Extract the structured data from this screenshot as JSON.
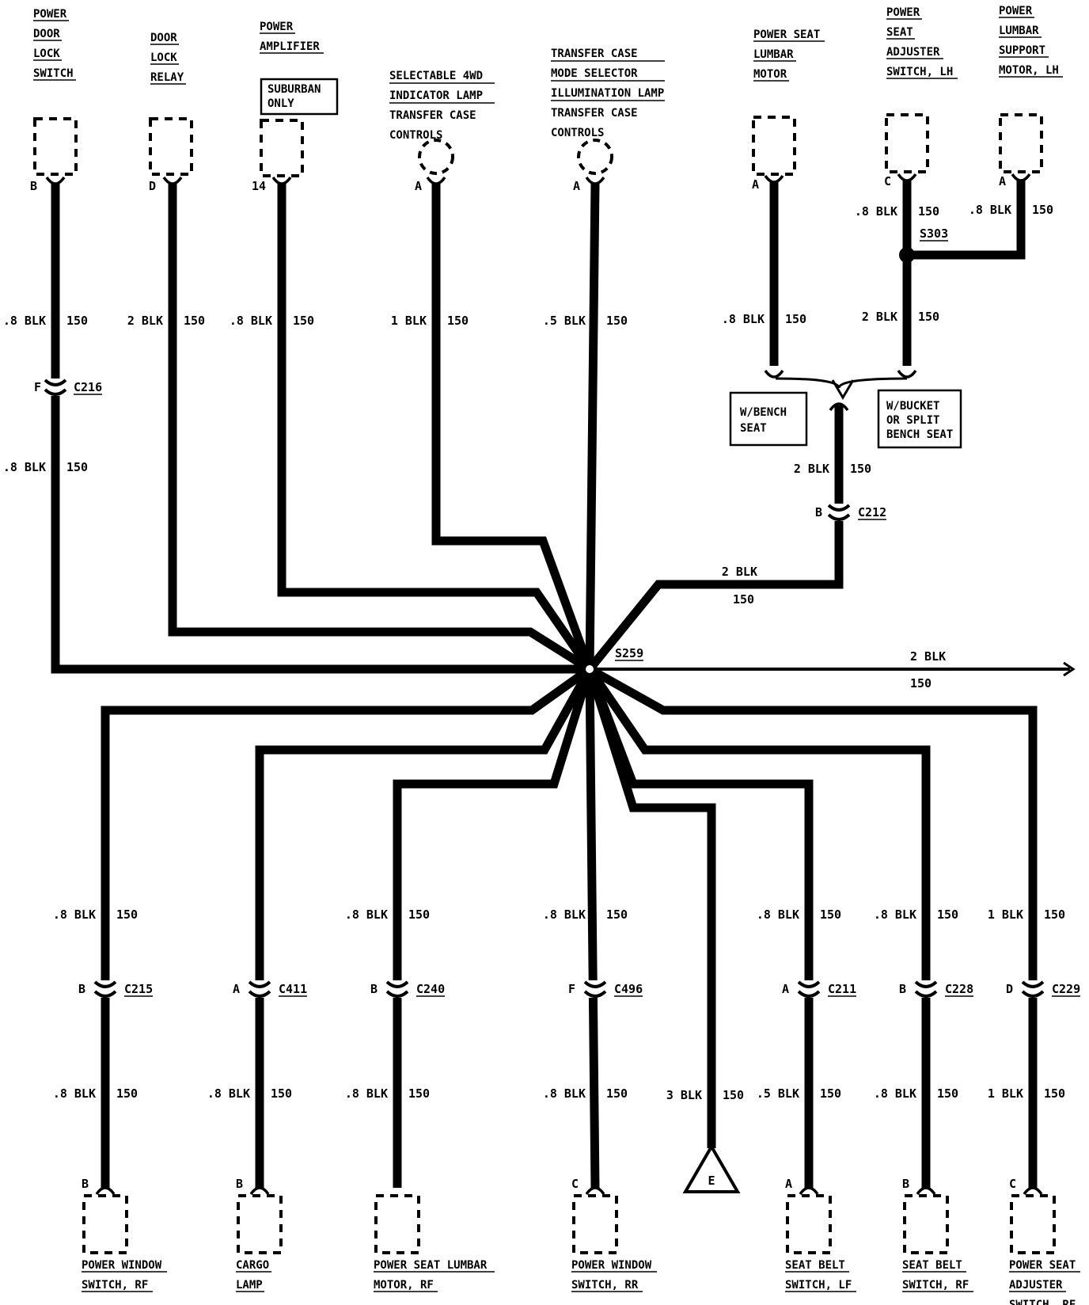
{
  "colors": {
    "wire": "#000000",
    "background": "#ffffff"
  },
  "splice_main": "S259",
  "splice_seat": "S303",
  "top_components": [
    {
      "id": "power-door-lock-switch",
      "lines": [
        "POWER",
        "DOOR",
        "LOCK",
        "SWITCH"
      ],
      "pin": "B",
      "wire_size": ".8 BLK",
      "circuit": "150",
      "connector": {
        "pin": "F",
        "name": "C216"
      },
      "wire2_size": ".8 BLK",
      "circuit2": "150"
    },
    {
      "id": "door-lock-relay",
      "lines": [
        "DOOR",
        "LOCK",
        "RELAY"
      ],
      "pin": "D",
      "wire_size": "2 BLK",
      "circuit": "150"
    },
    {
      "id": "power-amplifier",
      "lines": [
        "POWER",
        "AMPLIFIER"
      ],
      "note": [
        "SUBURBAN",
        "ONLY"
      ],
      "pin": "14",
      "wire_size": ".8 BLK",
      "circuit": "150"
    },
    {
      "id": "selectable-4wd",
      "lines": [
        "SELECTABLE 4WD",
        "INDICATOR LAMP",
        "TRANSFER CASE",
        "CONTROLS"
      ],
      "pin": "A",
      "wire_size": "1 BLK",
      "circuit": "150"
    },
    {
      "id": "transfer-case-mode",
      "lines": [
        "TRANSFER CASE",
        "MODE SELECTOR",
        "ILLUMINATION LAMP",
        "TRANSFER CASE",
        "CONTROLS"
      ],
      "pin": "A",
      "wire_size": ".5 BLK",
      "circuit": "150"
    },
    {
      "id": "power-seat-lumbar-motor",
      "lines": [
        "POWER SEAT",
        "LUMBAR",
        "MOTOR"
      ],
      "pin": "A",
      "wire_size": ".8 BLK",
      "circuit": "150"
    },
    {
      "id": "power-seat-adjuster-switch-lh",
      "lines": [
        "POWER",
        "SEAT",
        "ADJUSTER",
        "SWITCH, LH"
      ],
      "pin": "C",
      "wire_size": ".8 BLK",
      "circuit": "150",
      "wire2_size": "2 BLK",
      "circuit2": "150"
    },
    {
      "id": "power-lumbar-support-motor-lh",
      "lines": [
        "POWER",
        "LUMBAR",
        "SUPPORT",
        "MOTOR, LH"
      ],
      "pin": "A",
      "wire_size": ".8 BLK",
      "circuit": "150"
    }
  ],
  "seat_options": {
    "bench": [
      "W/BENCH",
      "SEAT"
    ],
    "bucket": [
      "W/BUCKET",
      "OR SPLIT",
      "BENCH SEAT"
    ],
    "wire_size": "2 BLK",
    "circuit": "150",
    "connector": {
      "pin": "B",
      "name": "C212"
    },
    "wire2_size": "2 BLK",
    "circuit2": "150"
  },
  "right_exit": {
    "wire_size": "2 BLK",
    "circuit": "150"
  },
  "bottom_components": [
    {
      "id": "power-window-switch-rf",
      "lines": [
        "POWER WINDOW",
        "SWITCH, RF"
      ],
      "pin": "B",
      "upper_size": ".8 BLK",
      "upper_circuit": "150",
      "connector": {
        "pin": "B",
        "name": "C215"
      },
      "lower_size": ".8 BLK",
      "lower_circuit": "150"
    },
    {
      "id": "cargo-lamp",
      "lines": [
        "CARGO",
        "LAMP"
      ],
      "pin": "B",
      "connector": {
        "pin": "A",
        "name": "C411"
      },
      "lower_size": ".8 BLK",
      "lower_circuit": "150"
    },
    {
      "id": "power-seat-lumbar-motor-rf",
      "lines": [
        "POWER SEAT LUMBAR",
        "MOTOR, RF"
      ],
      "pin": "",
      "upper_size": ".8 BLK",
      "upper_circuit": "150",
      "connector": {
        "pin": "B",
        "name": "C240"
      },
      "lower_size": ".8 BLK",
      "lower_circuit": "150"
    },
    {
      "id": "power-window-switch-rr",
      "lines": [
        "POWER WINDOW",
        "SWITCH, RR"
      ],
      "pin": "C",
      "upper_size": ".8 BLK",
      "upper_circuit": "150",
      "connector": {
        "pin": "F",
        "name": "C496"
      },
      "lower_size": ".8 BLK",
      "lower_circuit": "150"
    },
    {
      "id": "ground-e",
      "ground_label": "E",
      "lower_size": "3 BLK",
      "lower_circuit": "150"
    },
    {
      "id": "seat-belt-switch-lf",
      "lines": [
        "SEAT BELT",
        "SWITCH, LF"
      ],
      "pin": "A",
      "upper_size": ".8 BLK",
      "upper_circuit": "150",
      "connector": {
        "pin": "A",
        "name": "C211"
      },
      "lower_size": ".5 BLK",
      "lower_circuit": "150"
    },
    {
      "id": "seat-belt-switch-rf",
      "lines": [
        "SEAT BELT",
        "SWITCH, RF"
      ],
      "pin": "B",
      "upper_size": ".8 BLK",
      "upper_circuit": "150",
      "connector": {
        "pin": "B",
        "name": "C228"
      },
      "lower_size": ".8 BLK",
      "lower_circuit": "150"
    },
    {
      "id": "power-seat-adjuster-switch-rf",
      "lines": [
        "POWER SEAT",
        "ADJUSTER",
        "SWITCH, RF"
      ],
      "pin": "C",
      "upper_size": "1 BLK",
      "upper_circuit": "150",
      "connector": {
        "pin": "D",
        "name": "C229"
      },
      "lower_size": "1 BLK",
      "lower_circuit": "150"
    }
  ]
}
